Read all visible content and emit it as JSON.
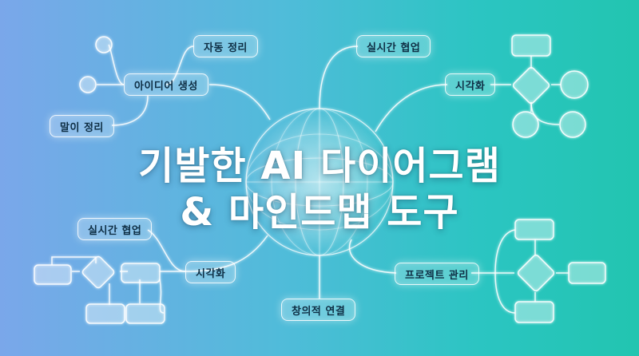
{
  "headline": {
    "line1": "기발한 AI 다이어그램",
    "line2": "& 마인드맵 도구"
  },
  "nodes": {
    "auto_organize": "자동 정리",
    "idea_generation": "아이디어 생성",
    "speech_organize": "말이 정리",
    "realtime_collab_top": "실시간 협업",
    "visualize_top": "시각화",
    "realtime_collab_left": "실시간 협업",
    "visualize_left": "시각화",
    "creative_link": "창의적 연결",
    "project_manage": "프로젝트 관리"
  },
  "colors": {
    "gradient_left": "#7aa7ea",
    "gradient_right": "#22c5b0",
    "line": "#ffffff",
    "label_text": "#0f2f45"
  }
}
